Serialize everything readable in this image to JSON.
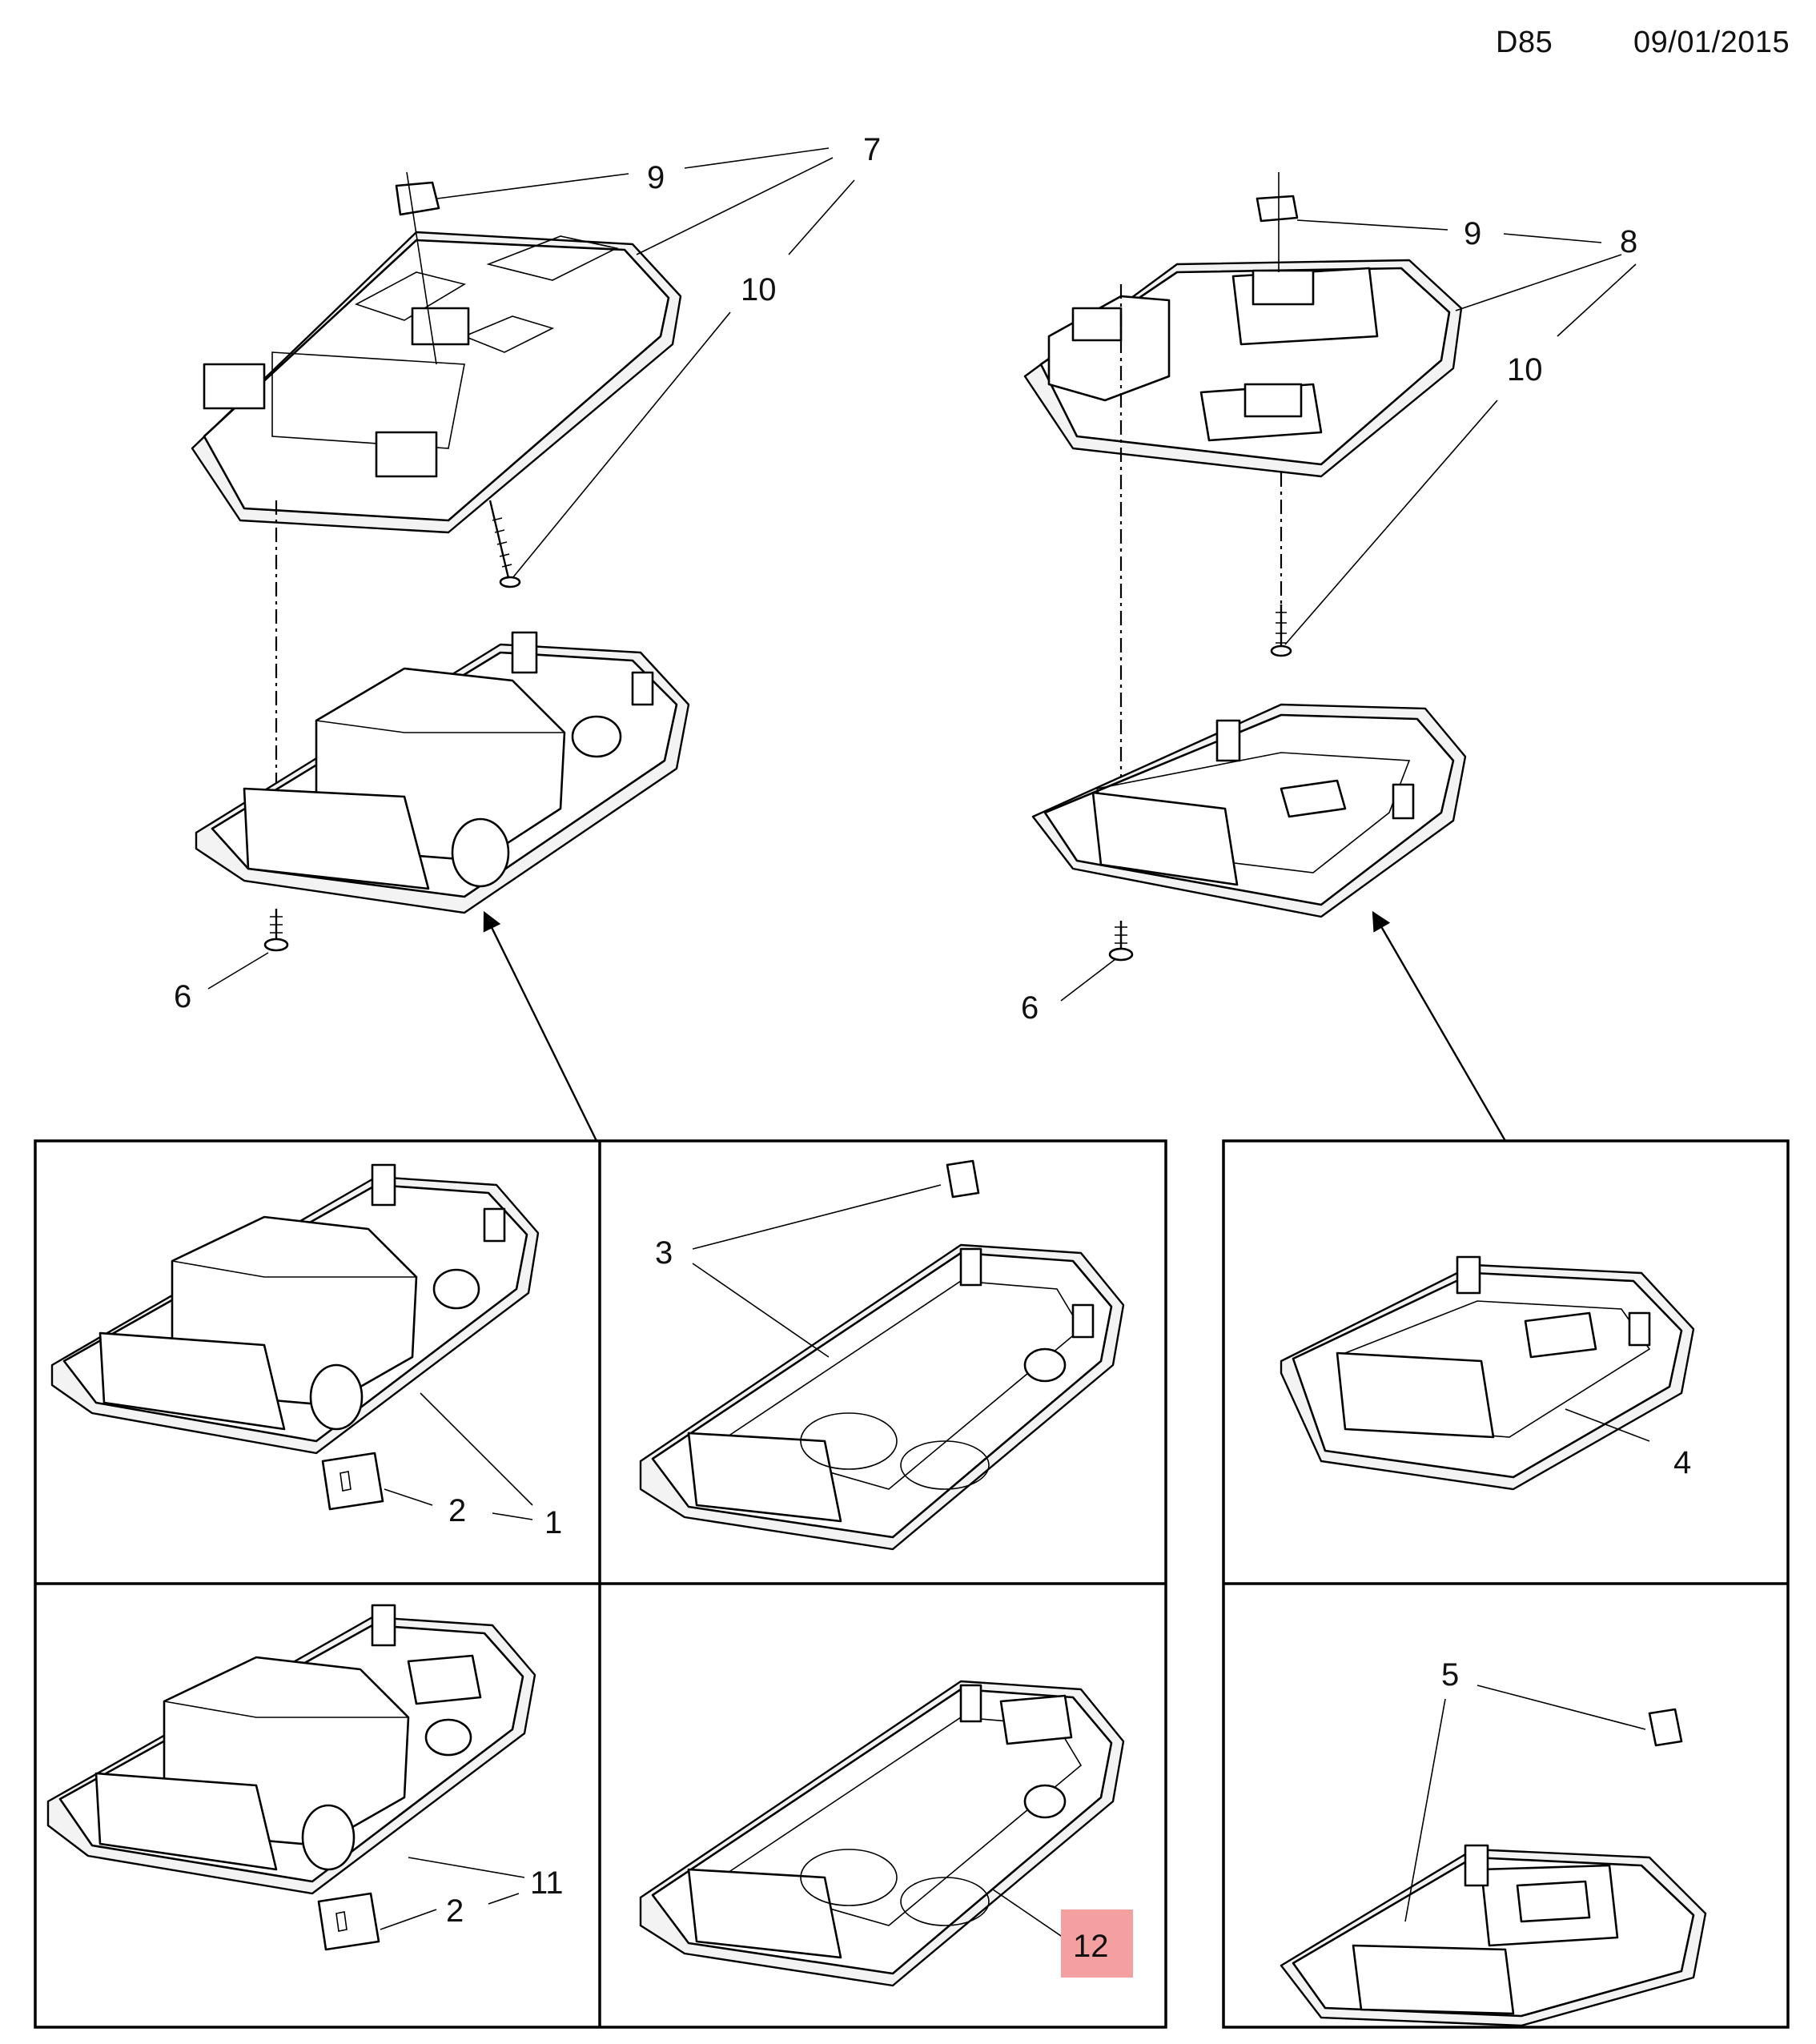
{
  "header": {
    "code": "D85",
    "date": "09/01/2015"
  },
  "callouts": {
    "c1": "1",
    "c2a": "2",
    "c2b": "2",
    "c3": "3",
    "c4": "4",
    "c5": "5",
    "c6a": "6",
    "c6b": "6",
    "c7": "7",
    "c8": "8",
    "c9a": "9",
    "c9b": "9",
    "c10a": "10",
    "c10b": "10",
    "c11": "11",
    "c12": "12"
  },
  "colors": {
    "highlight": "#f4a0a0",
    "line": "#000000",
    "background": "#ffffff"
  }
}
